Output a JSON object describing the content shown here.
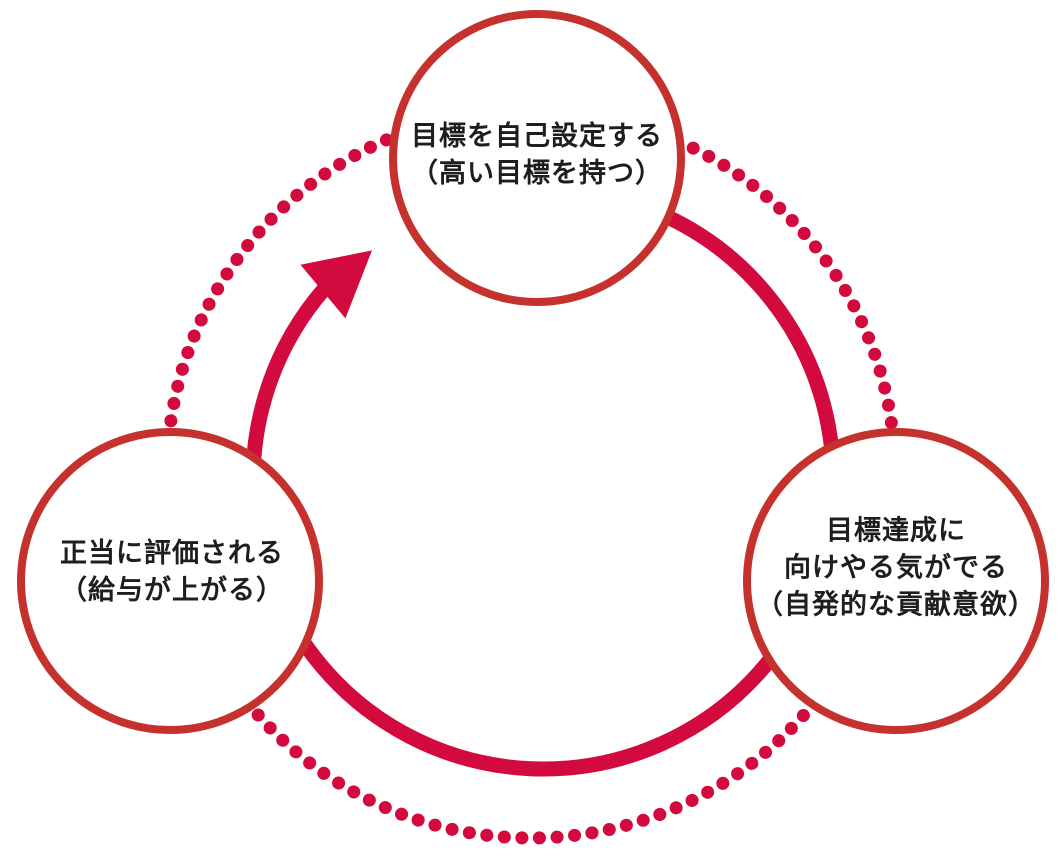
{
  "diagram": {
    "type": "cycle-diagram",
    "colors": {
      "accent_crimson": "#d20a3e",
      "circle_border": "#c5322d",
      "text": "#1e1e1e",
      "background": "#ffffff"
    },
    "nodes": {
      "goal_setting": {
        "position": "top",
        "lines": [
          "目標を自己設定する",
          "（高い目標を持つ）"
        ]
      },
      "motivation": {
        "position": "right",
        "lines": [
          "目標達成に",
          "向けやる気がでる",
          "（自発的な貢献意欲）"
        ]
      },
      "evaluation": {
        "position": "left",
        "lines": [
          "正当に評価される",
          "（給与が上がる）"
        ]
      }
    }
  }
}
